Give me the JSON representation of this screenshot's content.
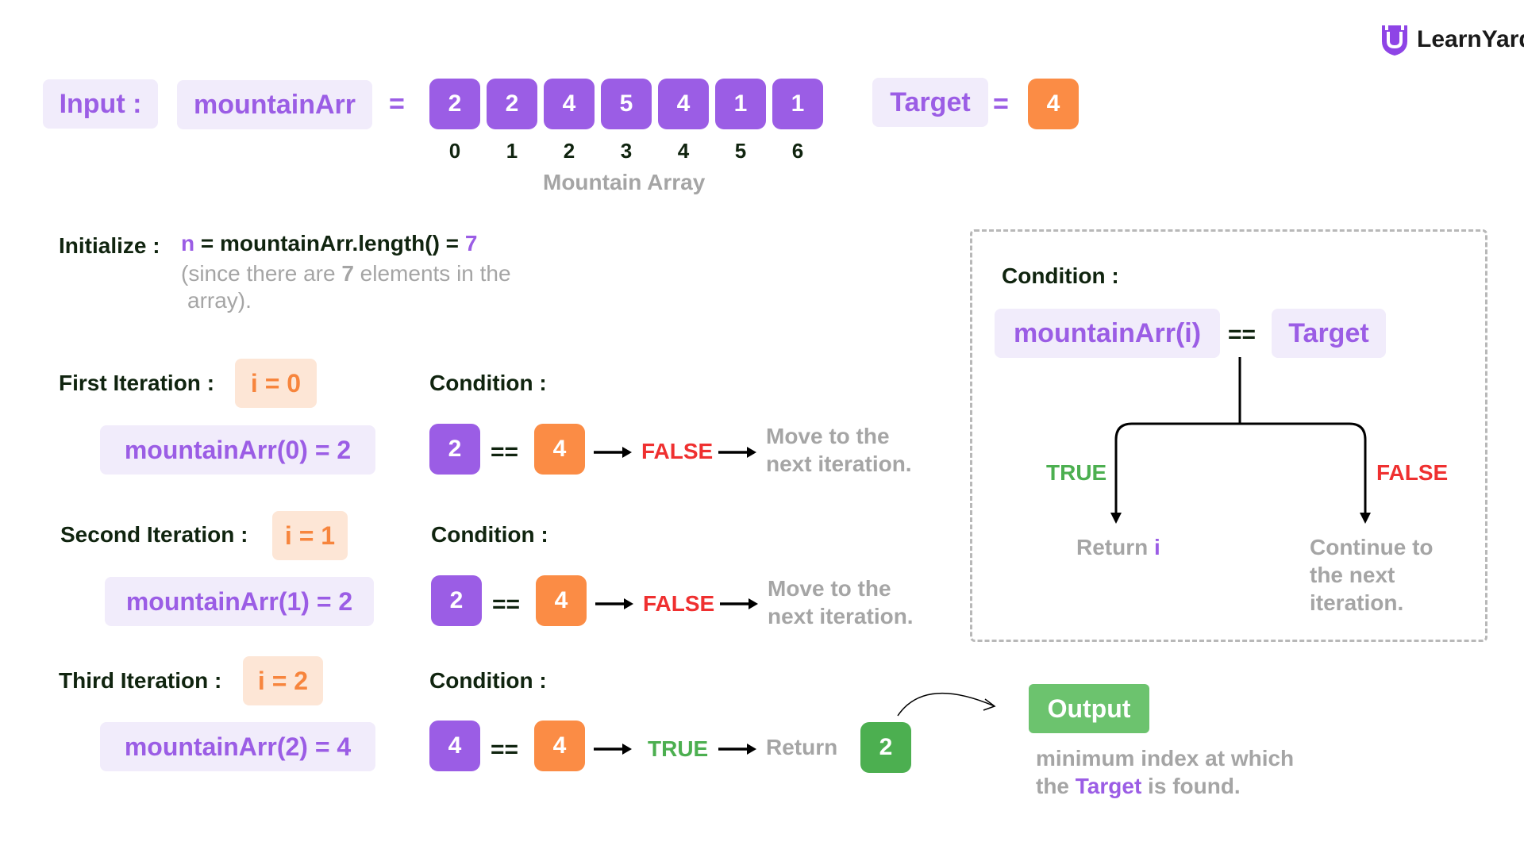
{
  "brand": {
    "name": "LearnYard"
  },
  "input": {
    "label": "Input :",
    "array_name": "mountainArr",
    "equals": "=",
    "values": [
      "2",
      "2",
      "4",
      "5",
      "4",
      "1",
      "1"
    ],
    "indices": [
      "0",
      "1",
      "2",
      "3",
      "4",
      "5",
      "6"
    ],
    "caption": "Mountain Array",
    "target_label": "Target",
    "target_equals": "=",
    "target_value": "4"
  },
  "initialize": {
    "label": "Initialize :",
    "var": "n",
    "expr": " = mountainArr.length() = ",
    "value": "7",
    "note_pre": "(since there are ",
    "note_num": "7",
    "note_post": " elements in the",
    "note_line2": "array)."
  },
  "iterations": [
    {
      "title": "First Iteration :",
      "i_label": "i = 0",
      "expr": "mountainArr(0) = 2",
      "cond_label": "Condition :",
      "left": "2",
      "op": "==",
      "right": "4",
      "result": "FALSE",
      "action_line1": "Move to the",
      "action_line2": "next iteration."
    },
    {
      "title": "Second Iteration :",
      "i_label": "i = 1",
      "expr": "mountainArr(1) = 2",
      "cond_label": "Condition :",
      "left": "2",
      "op": "==",
      "right": "4",
      "result": "FALSE",
      "action_line1": "Move to the",
      "action_line2": "next iteration."
    },
    {
      "title": "Third Iteration :",
      "i_label": "i = 2",
      "expr": "mountainArr(2) = 4",
      "cond_label": "Condition :",
      "left": "4",
      "op": "==",
      "right": "4",
      "result": "TRUE",
      "action": "Return",
      "return_value": "2"
    }
  ],
  "condition_panel": {
    "title": "Condition :",
    "left": "mountainArr(i)",
    "op": "==",
    "right": "Target",
    "true_label": "TRUE",
    "false_label": "FALSE",
    "true_action_pre": "Return ",
    "true_action_var": "i",
    "false_action_line1": "Continue to",
    "false_action_line2": "the next",
    "false_action_line3": "iteration."
  },
  "output": {
    "label": "Output",
    "line1": "minimum index at which",
    "line2_pre": "the ",
    "line2_highlight": "Target",
    "line2_post": " is found."
  },
  "colors": {
    "purple": "#9b5de5",
    "orange": "#fb8c45",
    "green": "#4caf50",
    "red": "#ef3030"
  }
}
